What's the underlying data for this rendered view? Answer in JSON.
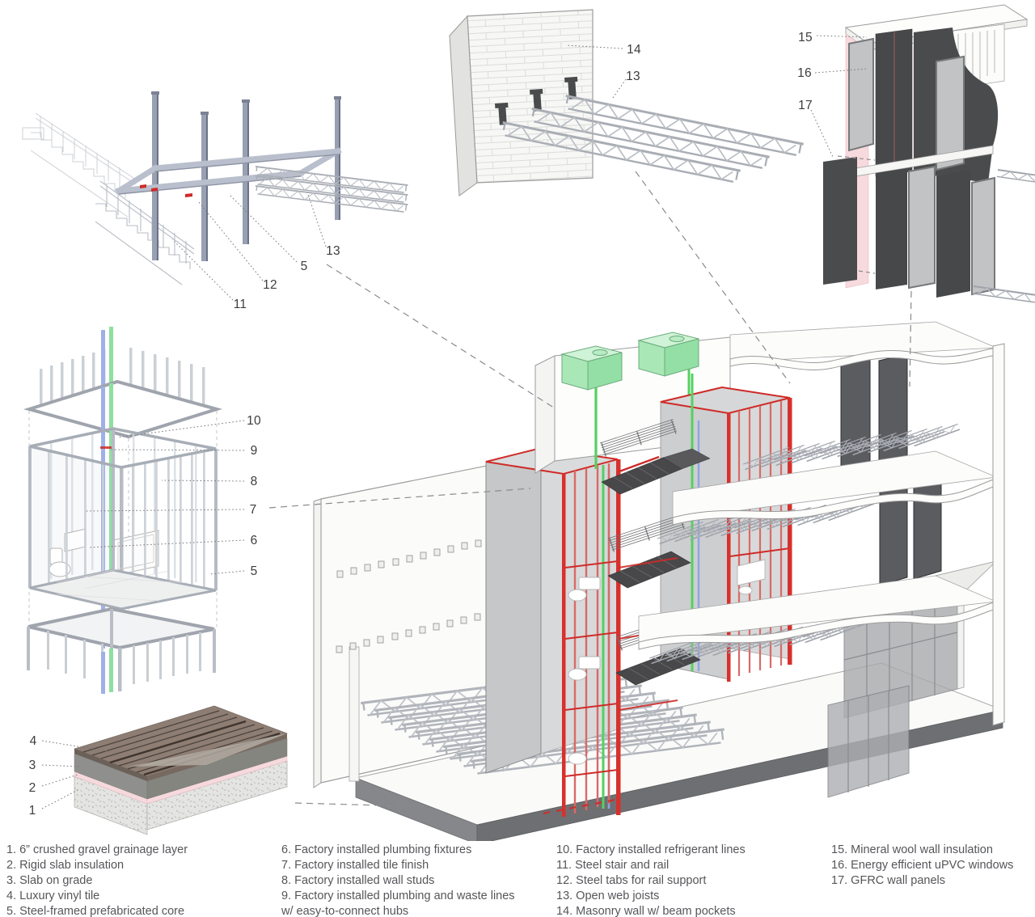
{
  "legend": {
    "col1": [
      "1. 6” crushed gravel grainage layer",
      "2. Rigid slab insulation",
      "3. Slab on grade",
      "4. Luxury vinyl tile",
      "5. Steel-framed prefabricated core"
    ],
    "col2": [
      "6. Factory installed plumbing fixtures",
      "7. Factory installed tile finish",
      "8. Factory installed wall studs",
      "9. Factory installed plumbing and waste lines w/ easy-to-connect hubs"
    ],
    "col3": [
      "10. Factory installed refrigerant lines",
      "11. Steel stair and rail",
      "12. Steel tabs for rail support",
      "13. Open web joists",
      "14. Masonry wall w/ beam pockets"
    ],
    "col4": [
      "15. Mineral wool wall insulation",
      "16. Energy efficient uPVC windows",
      "17. GFRC wall panels"
    ]
  },
  "callouts": {
    "c1": "1",
    "c2": "2",
    "c3": "3",
    "c4": "4",
    "c5a": "5",
    "c5b": "5",
    "c6": "6",
    "c7": "7",
    "c8": "8",
    "c9": "9",
    "c10": "10",
    "c11": "11",
    "c12": "12",
    "c13a": "13",
    "c13b": "13",
    "c14": "14",
    "c15": "15",
    "c16": "16",
    "c17": "17"
  },
  "colors": {
    "core_red": "#cf2b28",
    "insulation_pink": "#f7d9dd",
    "hvac_green": "#b9ecc3",
    "pipe_green": "#54d161",
    "pipe_blue": "#9fb0e8",
    "steel_gray": "#b7bdca",
    "gfrc_dark": "#47484a",
    "wood_brown": "#8d7d73",
    "base_gray": "#6e6f72",
    "text_gray": "#55565a"
  }
}
